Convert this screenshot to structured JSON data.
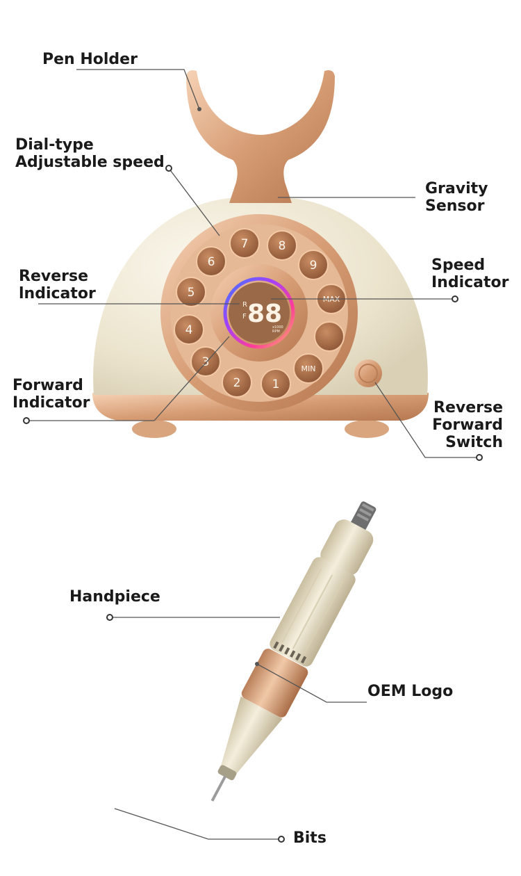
{
  "labels": {
    "pen_holder": "Pen Holder",
    "dial_type": "Dial-type",
    "adjustable_speed": "Adjustable speed",
    "gravity": "Gravity",
    "sensor": "Sensor",
    "reverse": "Reverse",
    "reverse_indicator": "lndicator",
    "speed": "Speed",
    "speed_indicator": "Indicator",
    "forward": "Forward",
    "forward_indicator": "Indicator",
    "rf_reverse": "Reverse",
    "rf_forward": "Forward",
    "rf_switch": "Switch",
    "handpiece": "Handpiece",
    "oem_logo": "OEM Logo",
    "bits": "Bits"
  },
  "dial": {
    "keys": [
      "7",
      "8",
      "6",
      "9",
      "5",
      "MAX",
      "4",
      "",
      "3",
      "MIN",
      "2",
      "1"
    ],
    "display_digits": "88",
    "display_r": "R",
    "display_f": "F",
    "display_unit": "RPM",
    "display_sub": "x1000"
  },
  "colors": {
    "body": "#ece5cf",
    "rose_gold": "#d9a57f",
    "button": "#a86e4b",
    "line": "#555555"
  }
}
